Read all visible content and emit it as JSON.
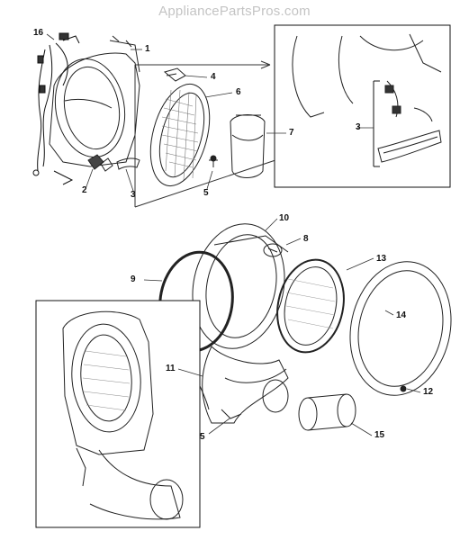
{
  "watermark": "AppliancePartsPros.com",
  "callouts": [
    {
      "key": "c16",
      "label": "16"
    },
    {
      "key": "c1",
      "label": "1"
    },
    {
      "key": "c4",
      "label": "4"
    },
    {
      "key": "c6",
      "label": "6"
    },
    {
      "key": "c7",
      "label": "7"
    },
    {
      "key": "c2",
      "label": "2"
    },
    {
      "key": "c3a",
      "label": "3"
    },
    {
      "key": "c5a",
      "label": "5"
    },
    {
      "key": "c3b",
      "label": "3"
    },
    {
      "key": "c10",
      "label": "10"
    },
    {
      "key": "c8",
      "label": "8"
    },
    {
      "key": "c13",
      "label": "13"
    },
    {
      "key": "c9",
      "label": "9"
    },
    {
      "key": "c14",
      "label": "14"
    },
    {
      "key": "c11",
      "label": "11"
    },
    {
      "key": "c12",
      "label": "12"
    },
    {
      "key": "c5b",
      "label": "5"
    },
    {
      "key": "c15",
      "label": "15"
    }
  ]
}
